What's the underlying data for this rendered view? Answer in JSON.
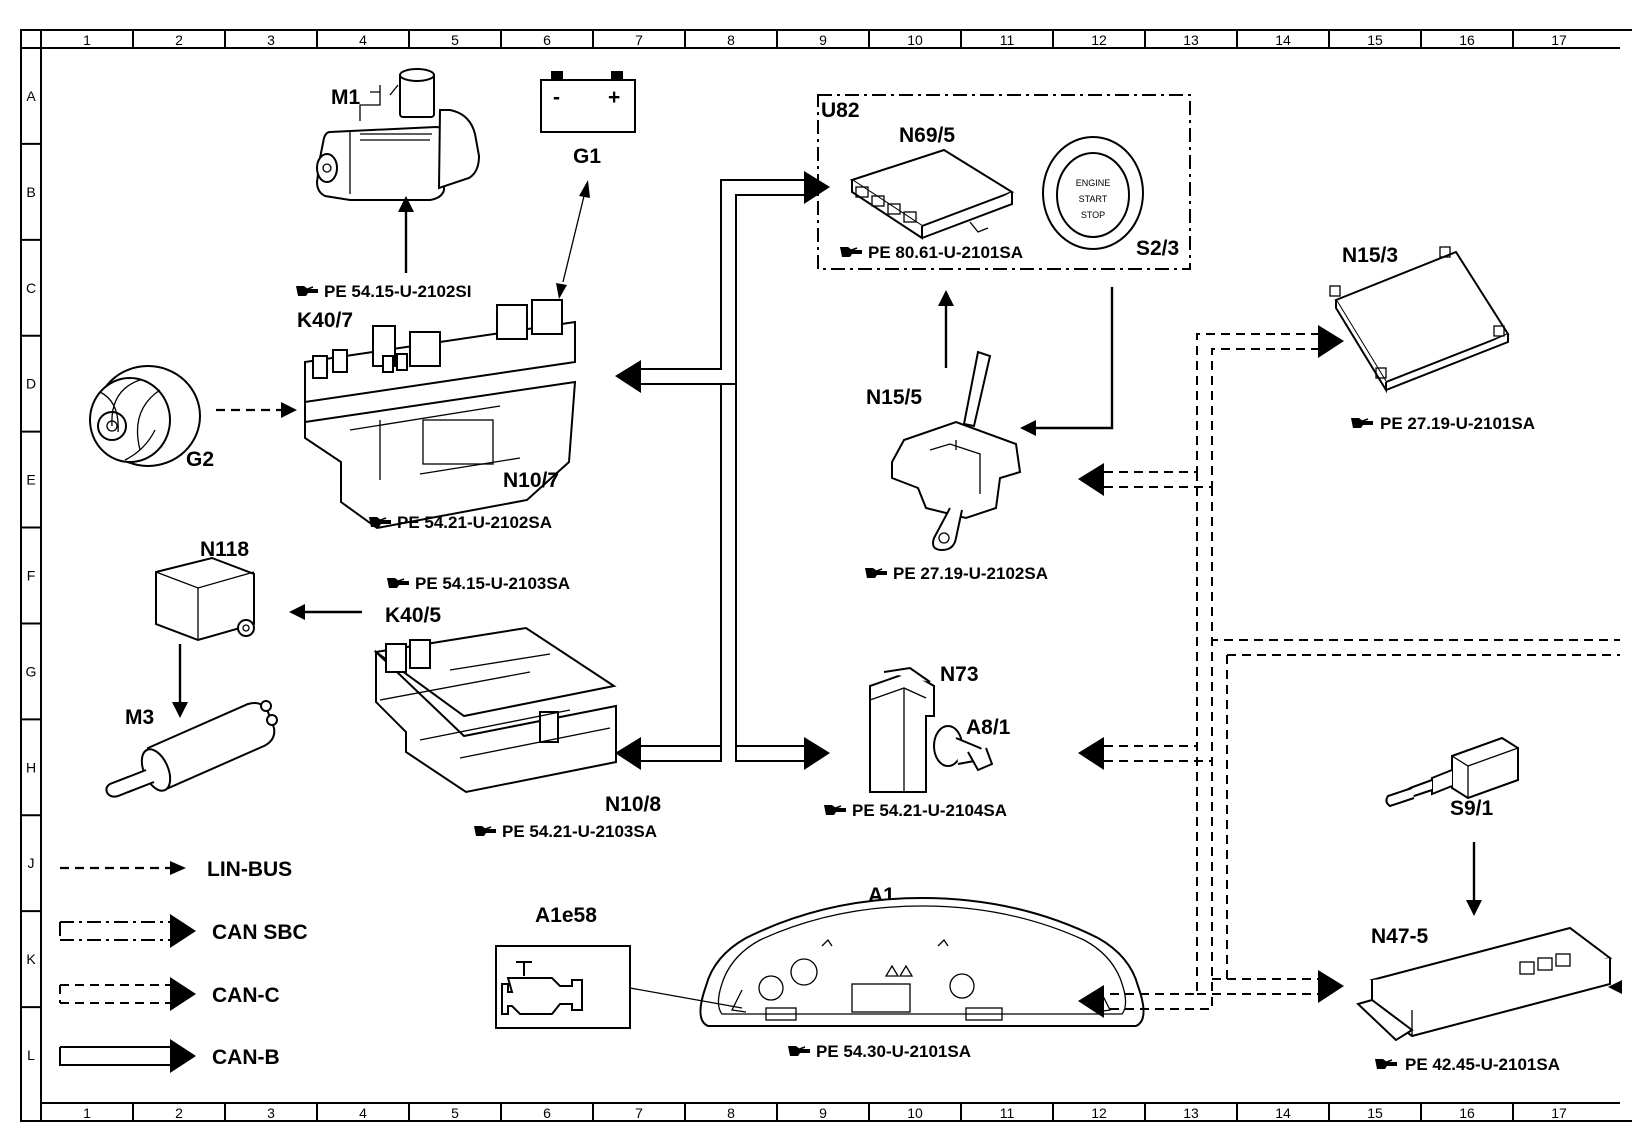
{
  "grid": {
    "columns": [
      "1",
      "2",
      "3",
      "4",
      "5",
      "6",
      "7",
      "8",
      "9",
      "10",
      "11",
      "12",
      "13",
      "14",
      "15",
      "16",
      "17"
    ],
    "rows": [
      "A",
      "B",
      "C",
      "D",
      "E",
      "F",
      "G",
      "H",
      "J",
      "K",
      "L"
    ]
  },
  "components": {
    "M1": "M1",
    "G1": "G1",
    "G1_minus": "-",
    "G1_plus": "+",
    "U82": "U82",
    "N69_5": "N69/5",
    "S2_3": "S2/3",
    "S2_3_button": [
      "ENGINE",
      "START",
      "STOP"
    ],
    "N15_3": "N15/3",
    "K40_7": "K40/7",
    "G2": "G2",
    "N10_7": "N10/7",
    "N15_5": "N15/5",
    "N118": "N118",
    "K40_5": "K40/5",
    "M3": "M3",
    "N10_8": "N10/8",
    "N73": "N73",
    "A8_1": "A8/1",
    "S9_1": "S9/1",
    "A1": "A1",
    "A1e58": "A1e58",
    "N47_5": "N47-5"
  },
  "references": {
    "m1": "PE 54.15-U-2102SI",
    "n69_5": "PE 80.61-U-2101SA",
    "n15_3": "PE 27.19-U-2101SA",
    "n10_7": "PE 54.21-U-2102SA",
    "n15_5": "PE 27.19-U-2102SA",
    "k40_5": "PE 54.15-U-2103SA",
    "n10_8": "PE 54.21-U-2103SA",
    "n73": "PE 54.21-U-2104SA",
    "a1": "PE 54.30-U-2101SA",
    "n47_5": "PE 42.45-U-2101SA"
  },
  "legend": {
    "lin_bus": "LIN-BUS",
    "can_sbc": "CAN SBC",
    "can_c": "CAN-C",
    "can_b": "CAN-B"
  }
}
